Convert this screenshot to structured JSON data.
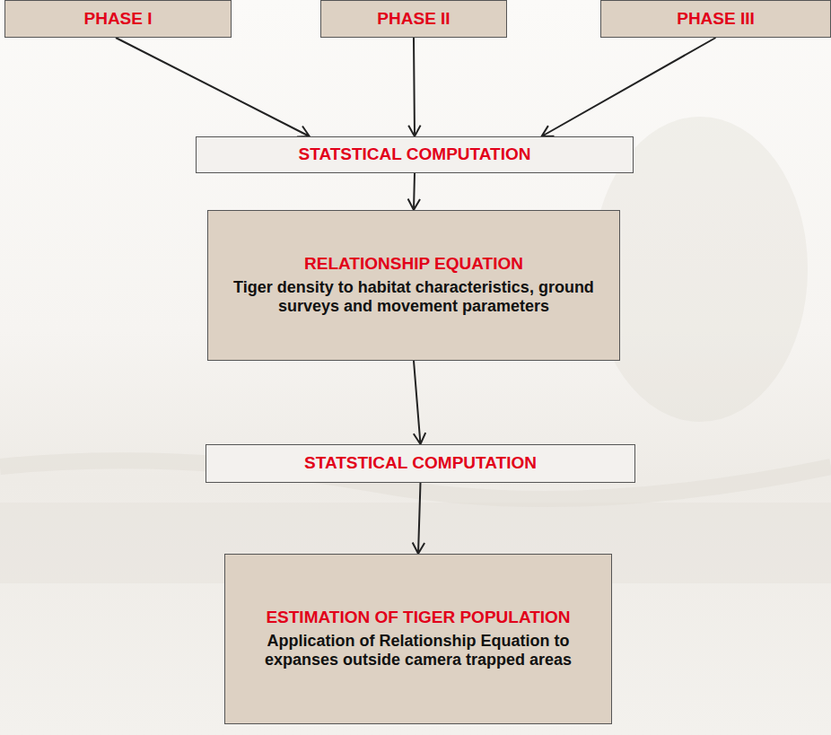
{
  "diagram": {
    "nodes": [
      {
        "text": [
          "PHASE I"
        ]
      },
      {
        "text": [
          "PHASE II"
        ]
      },
      {
        "text": [
          "PHASE III"
        ]
      },
      {
        "text": [
          "STATSTICAL COMPUTATION"
        ]
      },
      {
        "text": [
          "RELATIONSHIP EQUATION",
          "Tiger density to habitat characteristics, ground surveys and movement parameters"
        ]
      },
      {
        "text": [
          "STATSTICAL COMPUTATION"
        ]
      },
      {
        "text": [
          "ESTIMATION OF TIGER POPULATION",
          "Application of Relationship Equation to expanses outside camera trapped areas"
        ]
      }
    ],
    "edges": [
      {
        "from": 0,
        "to": 3,
        "arrow": "to"
      },
      {
        "from": 1,
        "to": 3,
        "arrow": "to"
      },
      {
        "from": 2,
        "to": 3,
        "arrow": "to"
      },
      {
        "from": 3,
        "to": 4,
        "arrow": "to"
      },
      {
        "from": 4,
        "to": 5,
        "arrow": "to"
      },
      {
        "from": 5,
        "to": 6,
        "arrow": "to"
      }
    ]
  }
}
